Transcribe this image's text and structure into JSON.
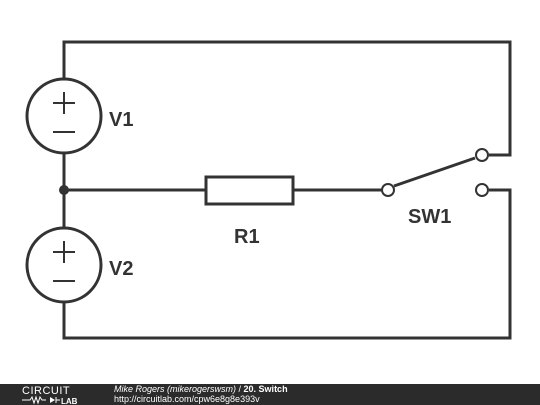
{
  "diagram": {
    "components": {
      "v1": {
        "label": "V1",
        "plus": "+",
        "minus": "−"
      },
      "v2": {
        "label": "V2",
        "plus": "+",
        "minus": "−"
      },
      "r1": {
        "label": "R1"
      },
      "sw1": {
        "label": "SW1"
      }
    }
  },
  "footer": {
    "logo_top": "CIRCUIT",
    "logo_bottom": "LAB",
    "author": "Mike Rogers (mikerogerswsm)",
    "separator": " / ",
    "title": "20. Switch",
    "url": "http://circuitlab.com/cpw6e8g8e393v"
  }
}
